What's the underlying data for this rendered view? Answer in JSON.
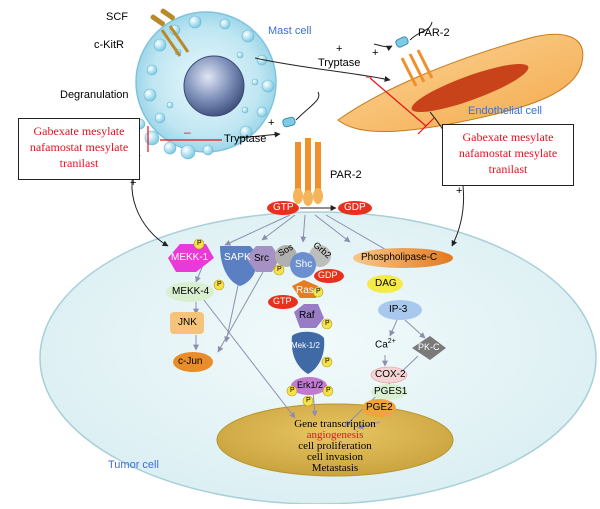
{
  "cells": {
    "mast_cell": "Mast cell",
    "endothelial_cell": "Endothelial cell",
    "tumor_cell": "Tumor cell"
  },
  "mast_labels": {
    "scf": "SCF",
    "ckitr": "c-KitR",
    "degranulation": "Degranulation"
  },
  "tryptase": "Tryptase",
  "par2": "PAR-2",
  "inhibitors": [
    "Gabexate mesylate",
    "nafamostat mesylate",
    "tranilast"
  ],
  "signs": {
    "plus": "+",
    "minus": "–"
  },
  "nodes": {
    "gtp": "GTP",
    "gdp": "GDP",
    "mekk1": "MEKK-1",
    "sapk": "SAPK",
    "src": "Src",
    "sos": "Sos",
    "grb2": "Grb2",
    "shc": "Shc",
    "ras_gdp": "GDP",
    "ras": "Ras",
    "ras_gtp": "GTP",
    "raf": "Raf",
    "mek12": "Mek-1/2",
    "erk12": "Erk1/2",
    "phospholipase_c": "Phospholipase-C",
    "dag": "DAG",
    "ip3": "IP-3",
    "ca": "Ca",
    "ca_sup": "2+",
    "pkc": "PK-C",
    "cox2": "COX-2",
    "pges1": "PGES1",
    "pge2": "PGE2",
    "mekk4": "MEKK-4",
    "jnk": "JNK",
    "cjun": "c-Jun",
    "p": "P"
  },
  "nucleus_text": {
    "line1": "Gene transcription",
    "line2": "angiogenesis",
    "line3": "cell proliferation",
    "line4": "cell invasion",
    "line5": "Metastasis"
  },
  "colors": {
    "cell_label_blue": "#3b6fd6",
    "inhibitor_red": "#e8101c",
    "gtp_red": "#e8311c",
    "receptor_orange": "#f0902a",
    "tumor_fill": "#e8f4f6"
  }
}
